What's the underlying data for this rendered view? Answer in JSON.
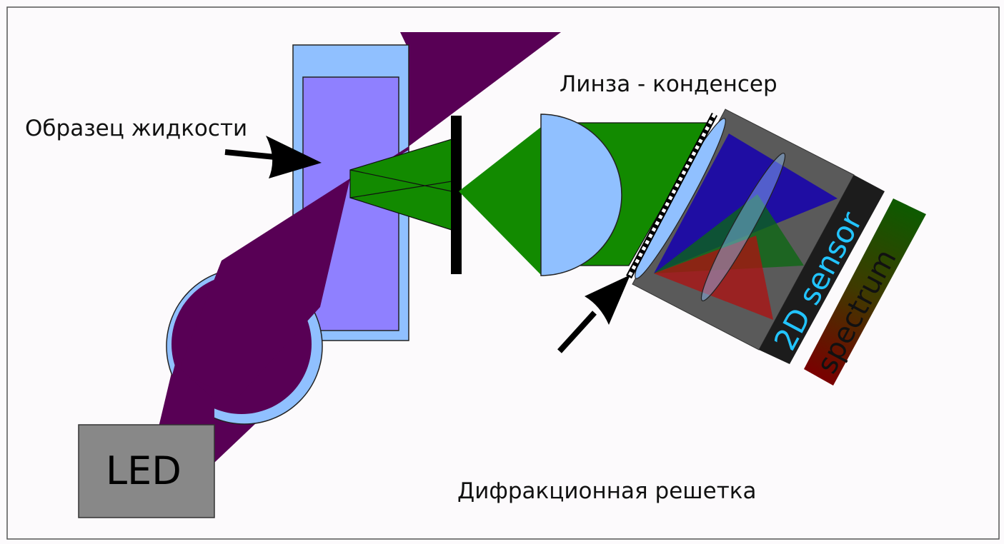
{
  "labels": {
    "sample": "Образец жидкости",
    "condenser": "Линза - конденсер",
    "grating": "Дифракционная решетка",
    "led": "LED",
    "sensor": "2D sensor",
    "spectrum": "spectrum"
  },
  "colors": {
    "background": "#fcfafc",
    "beam_purple": "#580055",
    "glass_blue": "#90c0ff",
    "sample_violet": "#8f80ff",
    "beam_green": "#128a00",
    "sensor_gray": "#5a5a5a",
    "sensor_text": "#22c4ff"
  }
}
